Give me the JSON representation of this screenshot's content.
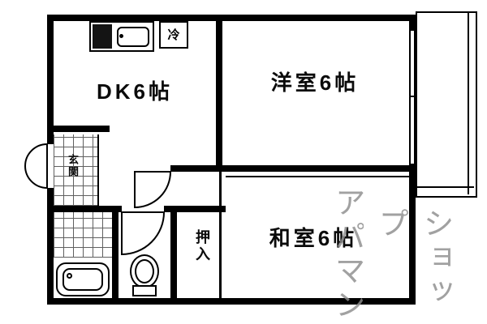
{
  "rooms": {
    "dk": {
      "label": "DK6帖"
    },
    "western": {
      "label": "洋室6帖"
    },
    "japanese": {
      "label": "和室6帖"
    },
    "closet": {
      "label": "押入"
    },
    "entrance": {
      "label": "玄関"
    }
  },
  "fixtures": {
    "refrigerator_label": "冷"
  },
  "watermark": {
    "line1": "アパマン",
    "line2": "ショップ",
    "color": "#8d8d8d"
  },
  "colors": {
    "wall": "#000000",
    "background": "#ffffff",
    "tile_line": "#606060"
  },
  "icons": [
    {
      "name": "entrance-door-arc",
      "meaning": "entrance door swing"
    },
    {
      "name": "hallway-door-arc",
      "meaning": "interior door swing"
    },
    {
      "name": "toilet-door-arc",
      "meaning": "toilet door swing"
    },
    {
      "name": "bathtub",
      "meaning": "bathtub"
    },
    {
      "name": "toilet",
      "meaning": "toilet bowl and tank"
    },
    {
      "name": "kitchen-sink",
      "meaning": "kitchen counter with sink"
    },
    {
      "name": "refrigerator-box",
      "meaning": "refrigerator space"
    },
    {
      "name": "balcony",
      "meaning": "balcony with railing"
    },
    {
      "name": "window",
      "meaning": "window in wall"
    }
  ]
}
